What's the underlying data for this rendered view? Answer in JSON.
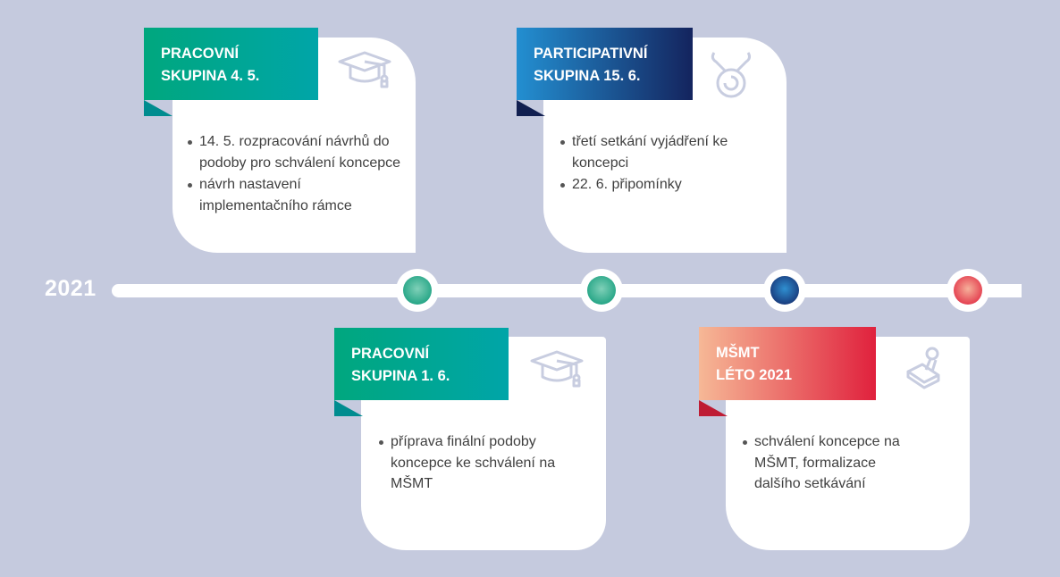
{
  "year": "2021",
  "milestones": [
    {
      "title_line1": "PRACOVNÍ",
      "title_line2": "SKUPINA 4. 5.",
      "icon": "graduation-cap-icon",
      "color_start": "#00a77e",
      "color_end": "#00a5a8",
      "items": [
        "14. 5. rozpracování návrhů do podoby pro schválení koncepce",
        "návrh nastavení implementačního rámce"
      ]
    },
    {
      "title_line1": "PARTICIPATIVNÍ",
      "title_line2": "SKUPINA 15. 6.",
      "icon": "medal-icon",
      "color_start": "#238fd1",
      "color_end": "#14245e",
      "items": [
        "třetí setkání vyjádření ke koncepci",
        "22. 6. připomínky"
      ]
    },
    {
      "title_line1": "PRACOVNÍ",
      "title_line2": "SKUPINA 1. 6.",
      "icon": "graduation-cap-icon",
      "color_start": "#00a77e",
      "color_end": "#00a5a8",
      "items": [
        "příprava finální podoby koncepce ke schválení na MŠMT"
      ]
    },
    {
      "title_line1": "MŠMT",
      "title_line2": "LÉTO 2021",
      "icon": "stamp-icon",
      "color_start": "#f6b896",
      "color_end": "#e0213d",
      "items": [
        "schválení koncepce na MŠMT, formalizace dalšího setkávání"
      ]
    }
  ],
  "timeline_dots": [
    {
      "color_light": "#7fd0b8",
      "color_dark": "#129c7b"
    },
    {
      "color_light": "#7fd0b8",
      "color_dark": "#129c7b"
    },
    {
      "color_light": "#2f8fd0",
      "color_dark": "#14296b"
    },
    {
      "color_light": "#f6b09a",
      "color_dark": "#e0263f"
    }
  ]
}
